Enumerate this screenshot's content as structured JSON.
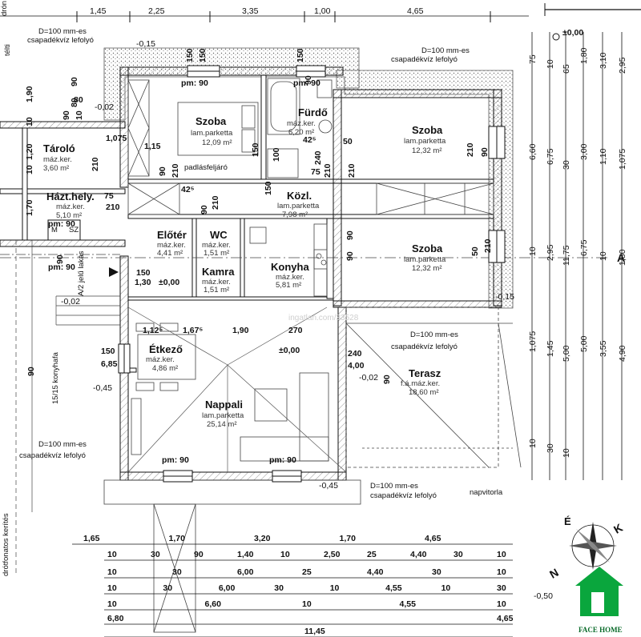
{
  "rooms": [
    {
      "key": "szoba1",
      "name": "Szoba",
      "floor": "lam.parketta",
      "area": "12,09 m²"
    },
    {
      "key": "furdo",
      "name": "Fürdő",
      "floor": "máz.ker.",
      "area": "6,20 m²"
    },
    {
      "key": "szoba2",
      "name": "Szoba",
      "floor": "lam.parketta",
      "area": "12,32 m²"
    },
    {
      "key": "szoba3",
      "name": "Szoba",
      "floor": "lam.parketta",
      "area": "12,32 m²"
    },
    {
      "key": "taroló",
      "name": "Tároló",
      "floor": "máz.ker.",
      "area": "3,60 m²"
    },
    {
      "key": "haztely",
      "name": "Házt.hely.",
      "floor": "máz.ker.",
      "area": "5,10 m²"
    },
    {
      "key": "kozl",
      "name": "Közl.",
      "floor": "lam.parketta",
      "area": "7,98 m²"
    },
    {
      "key": "eloter",
      "name": "Előtér",
      "floor": "máz.ker.",
      "area": "4,41 m²"
    },
    {
      "key": "wc",
      "name": "WC",
      "floor": "máz.ker.",
      "area": "1,51 m²"
    },
    {
      "key": "kamra",
      "name": "Kamra",
      "floor": "máz.ker.",
      "area": "1,51 m²"
    },
    {
      "key": "konyha",
      "name": "Konyha",
      "floor": "máz.ker.",
      "area": "5,81 m²"
    },
    {
      "key": "etkezo",
      "name": "Étkező",
      "floor": "máz.ker.",
      "area": "4,86 m²"
    },
    {
      "key": "nappali",
      "name": "Nappali",
      "floor": "lam.parketta",
      "area": "25,14 m²"
    },
    {
      "key": "terasz",
      "name": "Terasz",
      "floor": "f.á.máz.ker.",
      "area": "18,60 m²"
    }
  ],
  "notes": {
    "gutter1_a": "D=100 mm-es",
    "gutter1_b": "csapadékvíz lefolyó",
    "gutter2_a": "D=100 mm-es",
    "gutter2_b": "csapadékvíz lefolyó",
    "gutter3_a": "D=100 mm-es",
    "gutter3_b": "csapadékvíz lefolyó",
    "gutter4_a": "D=100 mm-es",
    "gutter4_b": "csapadékvíz lefolyó",
    "gutter5_a": "D=100 mm-es",
    "gutter5_b": "csapadékvíz lefolyó",
    "padlas": "padlásfeljáró",
    "napvitorla": "napvitorla",
    "konyhafa": "15/15 konyhafa",
    "lakas": "A/2 jelű lakás",
    "section": "A",
    "dron": "drón",
    "telt": "télti",
    "drotfonatos": "drótfonatos kerítés",
    "m": "M",
    "sz": "SZ"
  },
  "levels": {
    "top": "±0,00",
    "center": "±0,00",
    "lakas": "±0,00",
    "nappali": "±0,00",
    "m015a": "-0,15",
    "m015b": "-0,15",
    "m002a": "-0,02",
    "m002b": "-0,02",
    "m002c": "-0,02",
    "m045a": "-0,45",
    "m045b": "-0,45",
    "m050": "-0,50"
  },
  "pm": [
    "pm: 90",
    "pm: 90",
    "pm: 90",
    "pm: 90",
    "pm: 90",
    "pm: 90"
  ],
  "top_dims": [
    "1,45",
    "2,25",
    "3,35",
    "1,00",
    "4,65"
  ],
  "bottom_rows": [
    [
      "1,65",
      "1,70",
      "3,20",
      "1,70",
      "4,65"
    ],
    [
      "10",
      "30",
      "90",
      "1,40",
      "10",
      "2,50",
      "25",
      "4,40",
      "30",
      "10"
    ],
    [
      "10",
      "30",
      "6,00",
      "25",
      "4,40",
      "30",
      "10"
    ],
    [
      "10",
      "30",
      "6,00",
      "30",
      "10",
      "4,55",
      "10",
      "30"
    ],
    [
      "10",
      "6,60",
      "10",
      "4,55",
      "10"
    ],
    [
      "6,80",
      "4,65"
    ],
    [
      "11,45"
    ]
  ],
  "right_dims": [
    "75",
    "10",
    "65",
    "1,80",
    "3,10",
    "2,95",
    "6,60",
    "6,75",
    "30",
    "3,00",
    "1,10",
    "1,075",
    "10",
    "2,95",
    "11,75",
    "6,75",
    "10",
    "1,80",
    "1,075",
    "1,45",
    "5,00",
    "5,00",
    "3,55",
    "4,90",
    "10",
    "30",
    "10"
  ],
  "interior_dims": [
    "150",
    "150",
    "150",
    "90",
    "90",
    "90",
    "10",
    "80",
    "80",
    "1,90",
    "10",
    "1,20",
    "10",
    "1,70",
    "75",
    "210",
    "210",
    "1,075",
    "1,15",
    "90",
    "210",
    "42⁵",
    "42⁵",
    "75",
    "210",
    "50",
    "210",
    "90",
    "90",
    "210",
    "50",
    "90",
    "210",
    "90",
    "210",
    "150",
    "150",
    "100",
    "240",
    "90",
    "150",
    "1,30",
    "1,12⁵",
    "1,67⁵",
    "1,90",
    "270",
    "240",
    "4,00",
    "90",
    "150",
    "6,85",
    "90"
  ],
  "compass": {
    "n": "N",
    "e": "É",
    "k": "K"
  },
  "logo": {
    "text": "FACE HOME",
    "color": "#0a8a34"
  },
  "watermark": "ingatlan.com/33528"
}
